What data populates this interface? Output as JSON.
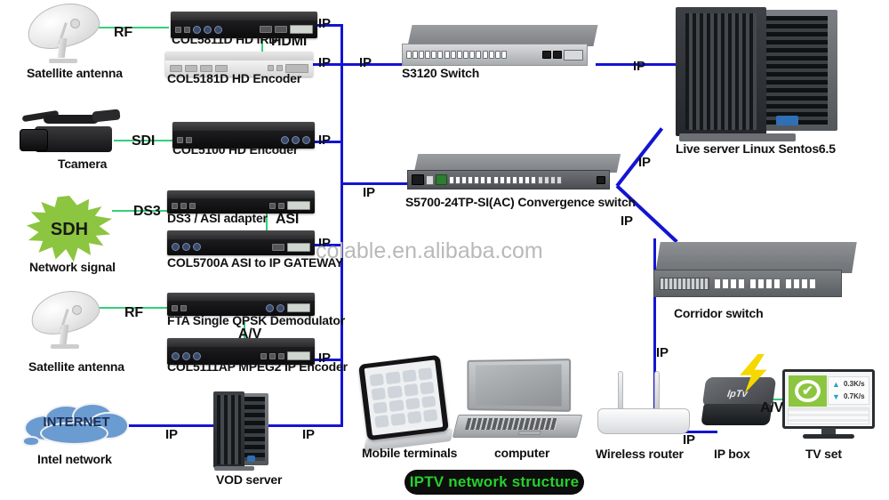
{
  "diagram": {
    "title": "IPTV network structure",
    "watermark": "colable.en.alibaba.com",
    "colors": {
      "ip_link": "#1414d2",
      "signal_link": "#32d07a",
      "sdh_green": "#8cc53f",
      "cloud_blue": "#6a9bd1",
      "title_text": "#25d02b",
      "title_bg": "#0d0d0d"
    }
  },
  "nodes": {
    "satellite_antenna_top": "Satellite antenna",
    "satellite_antenna_bottom": "Satellite antenna",
    "camera": "Tcamera",
    "sdh_burst": "SDH",
    "sdh_caption": "Network signal",
    "internet_cloud": "INTERNET",
    "internet_caption": "Intel network",
    "col5811d": "COL5811D HD IRD",
    "col5181d": "COL5181D HD Encoder",
    "col5100": "COL5100 HD Encoder",
    "ds3_asi_adapter": "DS3 / ASI adapter",
    "col5700a": "COL5700A ASI to IP GATEWAY",
    "fta_demodulator": "FTA Single QPSK Demodulator",
    "col5111ap": "COL5111AP MPEG2 IP Encoder",
    "vod_server": "VOD server",
    "s3120_switch": "S3120 Switch",
    "convergence_switch": "S5700-24TP-SI(AC) Convergence switch",
    "live_server": "Live server Linux Sentos6.5",
    "corridor_switch": "Corridor switch",
    "mobile_terminals": "Mobile terminals",
    "computer": "computer",
    "wireless_router": "Wireless router",
    "ip_box": "IP box",
    "tv_set": "TV set"
  },
  "link_labels": {
    "rf_top": "RF",
    "hdmi": "HDMI",
    "sdi": "SDI",
    "ds3": "DS3",
    "asi": "ASI",
    "rf_bottom": "RF",
    "av_encoder": "A/V",
    "av_tv": "A/V",
    "ip_5811d": "IP",
    "ip_5181d": "IP",
    "ip_5100": "IP",
    "ip_5700a": "IP",
    "ip_5111ap": "IP",
    "ip_trunk_to_s3120": "IP",
    "ip_trunk_to_convergence": "IP",
    "ip_s3120_out": "IP",
    "ip_to_live_server": "IP",
    "ip_to_corridor": "IP",
    "ip_internet_to_vod": "IP",
    "ip_vod_out": "IP",
    "ip_corridor_to_router": "IP",
    "ip_router_to_box": "IP"
  },
  "tv_overlay": {
    "upload_rate": "0.3K/s",
    "download_rate": "0.7K/s",
    "up_arrow": "▲",
    "down_arrow": "▼",
    "check": "✔"
  }
}
